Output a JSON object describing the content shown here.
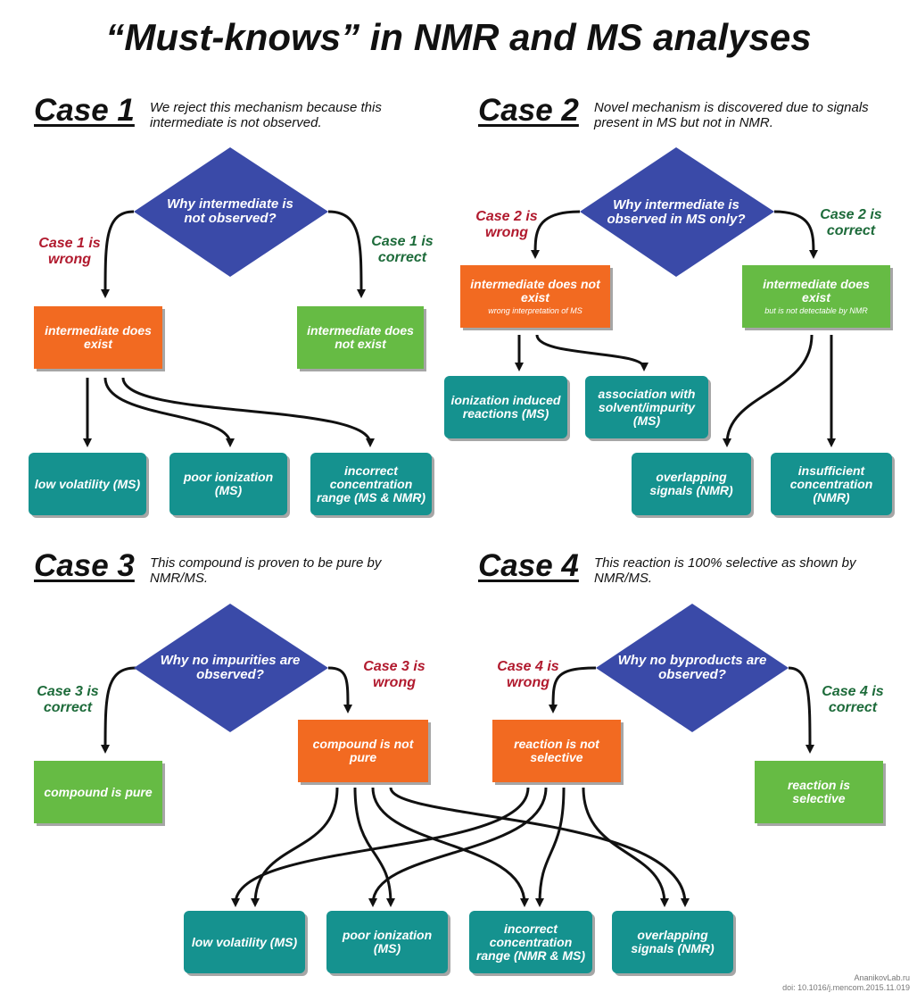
{
  "title": "“Must-knows” in NMR and MS analyses",
  "case1": {
    "heading": "Case 1",
    "description": "We reject this mechanism because this intermediate is not observed.",
    "question": "Why intermediate is not observed?",
    "wrong_label": "Case 1 is wrong",
    "correct_label": "Case 1 is correct",
    "wrong_box": "intermediate does exist",
    "correct_box": "intermediate does not exist",
    "reasons": [
      "low volatility (MS)",
      "poor ionization (MS)",
      "incorrect concentration range (MS & NMR)"
    ]
  },
  "case2": {
    "heading": "Case 2",
    "description": "Novel mechanism is discovered due to signals present in MS but not in NMR.",
    "question": "Why intermediate is observed in MS only?",
    "wrong_label": "Case 2 is wrong",
    "correct_label": "Case 2 is correct",
    "wrong_box": "intermediate does not exist",
    "wrong_box_sub": "wrong interpretation of MS",
    "correct_box": "intermediate does exist",
    "correct_box_sub": "but is not detectable by NMR",
    "wrong_reasons": [
      "ionization induced reactions (MS)",
      "association with solvent/impurity (MS)"
    ],
    "correct_reasons": [
      "overlapping signals (NMR)",
      "insufficient concentration (NMR)"
    ]
  },
  "case3": {
    "heading": "Case 3",
    "description": "This compound is proven to be pure by NMR/MS.",
    "question": "Why no impurities are observed?",
    "wrong_label": "Case 3 is wrong",
    "correct_label": "Case 3 is correct",
    "wrong_box": "compound is not pure",
    "correct_box": "compound is pure"
  },
  "case4": {
    "heading": "Case 4",
    "description": "This reaction is 100% selective as shown by NMR/MS.",
    "question": "Why no byproducts are observed?",
    "wrong_label": "Case 4 is wrong",
    "correct_label": "Case 4 is correct",
    "wrong_box": "reaction is not selective",
    "correct_box": "reaction is selective"
  },
  "shared_reasons": [
    "low volatility (MS)",
    "poor ionization (MS)",
    "incorrect concentration range (NMR & MS)",
    "overlapping signals (NMR)"
  ],
  "credit": {
    "site": "AnanikovLab.ru",
    "doi": "doi: 10.1016/j.mencom.2015.11.019"
  },
  "colors": {
    "diamond": "#3a4aa8",
    "orange": "#f26a21",
    "green": "#66bb44",
    "teal": "#15928f",
    "wrong_text": "#b11a2e",
    "correct_text": "#1d6b3a"
  }
}
